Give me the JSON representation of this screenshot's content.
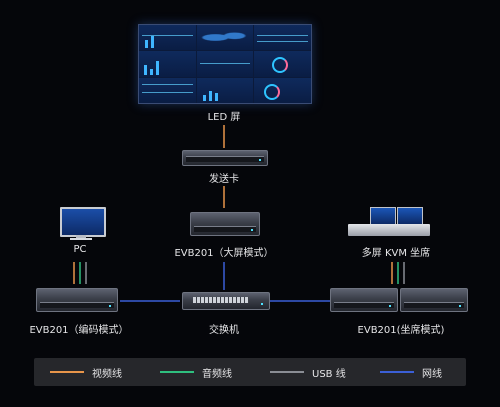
{
  "nodes": {
    "led_screen": "LED 屏",
    "sender_card": "发送卡",
    "pc": "PC",
    "evb_big": "EVB201（大屏模式）",
    "kvm_seat": "多屏 KVM 坐席",
    "evb_encode": "EVB201（编码模式）",
    "switch": "交换机",
    "evb_seat": "EVB201(坐席模式)"
  },
  "legend": [
    {
      "label": "视频线",
      "color": "#e8954a"
    },
    {
      "label": "音频线",
      "color": "#2fbf7f"
    },
    {
      "label": "USB 线",
      "color": "#8a8d94"
    },
    {
      "label": "网线",
      "color": "#3b5fd6"
    }
  ],
  "colors": {
    "video": "#e8954a",
    "audio": "#2fbf7f",
    "usb": "#8a8d94",
    "network": "#3b5fd6",
    "background": "#05060a"
  }
}
